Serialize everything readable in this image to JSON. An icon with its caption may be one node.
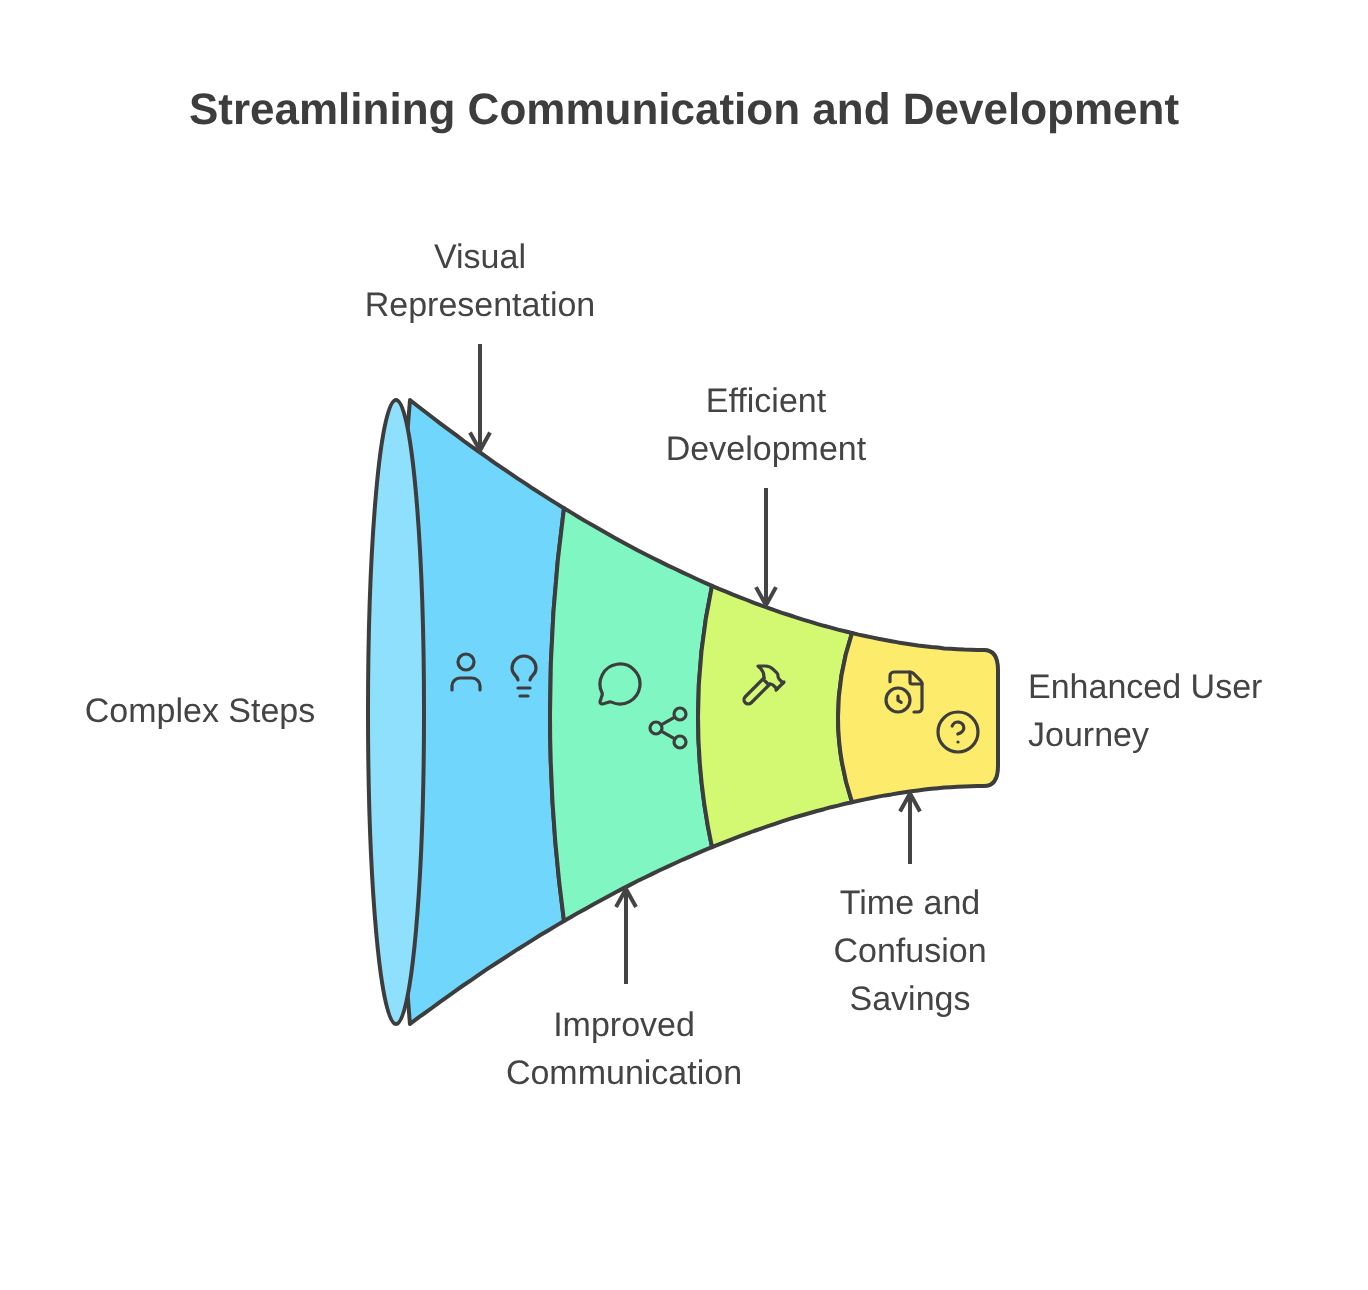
{
  "diagram": {
    "title": "Streamlining Communication and Development",
    "nodes": [
      {
        "text": [
          "Visual Representation"
        ]
      },
      {
        "text": [
          "Efficient Development"
        ]
      },
      {
        "text": [],
        "shape": "band"
      },
      {
        "text": [],
        "shape": "band"
      },
      {
        "text": [],
        "shape": "band"
      },
      {
        "text": [],
        "shape": "band"
      },
      {
        "text": [
          "Improved Communication"
        ]
      },
      {
        "text": [
          "Time and Confusion Savings"
        ]
      }
    ],
    "edges": [
      {
        "from": 0,
        "to": 2,
        "arrow": "to"
      },
      {
        "from": 1,
        "to": 4,
        "arrow": "to"
      },
      {
        "from": 6,
        "to": 3,
        "arrow": "to"
      },
      {
        "from": 7,
        "to": 5,
        "arrow": "to"
      }
    ],
    "labels": [
      "Complex Steps",
      "Enhanced User Journey"
    ]
  }
}
